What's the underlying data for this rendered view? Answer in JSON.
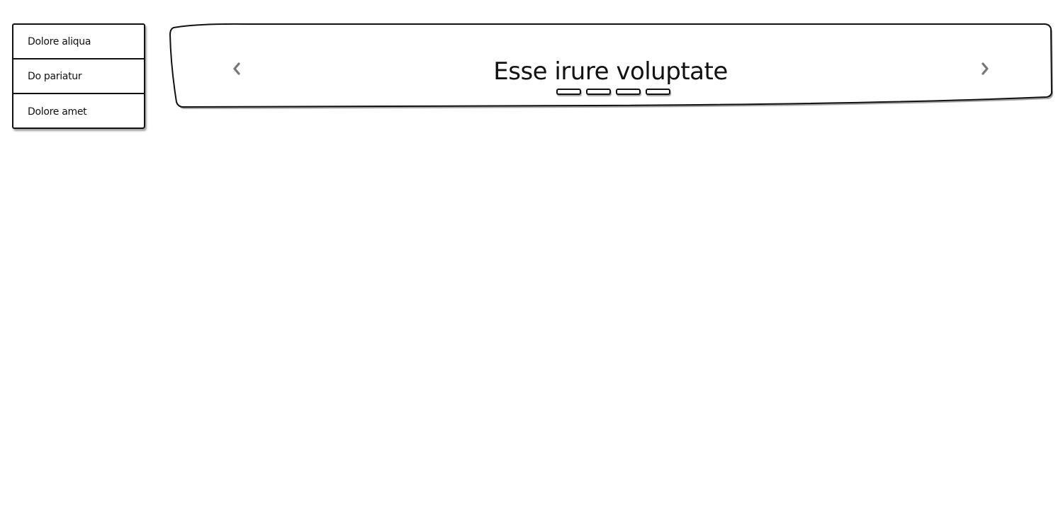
{
  "sidebar": {
    "items": [
      {
        "label": "Dolore aliqua"
      },
      {
        "label": "Do pariatur"
      },
      {
        "label": "Dolore amet"
      }
    ]
  },
  "carousel": {
    "title": "Esse irure voluptate",
    "prev_icon": "chevron-left-icon",
    "next_icon": "chevron-right-icon",
    "slide_count": 4,
    "colors": {
      "stroke": "#111111",
      "arrow": "#777777",
      "background": "#ffffff"
    }
  }
}
